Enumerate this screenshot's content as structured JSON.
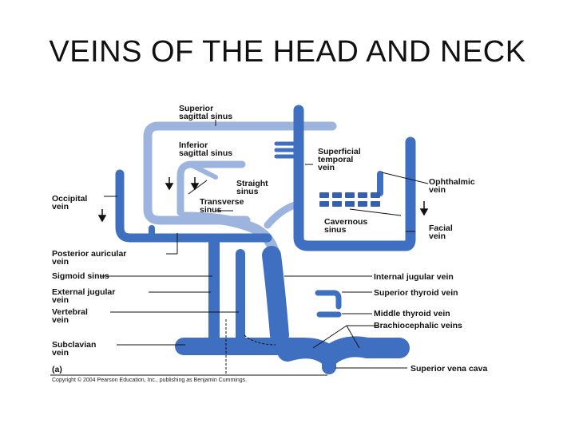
{
  "slide": {
    "title": "VEINS OF THE HEAD AND NECK"
  },
  "figure": {
    "panel_letter": "(a)",
    "credit": "Copyright © 2004 Pearson Education, Inc., publishing as Benjamin Cummings.",
    "colors": {
      "deep_vein": "#3F6FC0",
      "superficial_vein": "#9DB5DE",
      "sinus_dark": "#3560AE"
    },
    "labels": {
      "superior_sagittal": [
        "Superior",
        "sagittal sinus"
      ],
      "inferior_sagittal": [
        "Inferior",
        "sagittal sinus"
      ],
      "straight_sinus": [
        "Straight",
        "sinus"
      ],
      "transverse_sinus": [
        "Transverse",
        "sinus"
      ],
      "occipital_vein": [
        "Occipital",
        "vein"
      ],
      "superficial_temporal": [
        "Superficial",
        "temporal",
        "vein"
      ],
      "ophthalmic_vein": [
        "Ophthalmic",
        "vein"
      ],
      "cavernous_sinus": [
        "Cavernous",
        "sinus"
      ],
      "facial_vein": [
        "Facial",
        "vein"
      ],
      "posterior_auricular": [
        "Posterior auricular",
        "vein"
      ],
      "sigmoid_sinus": [
        "Sigmoid sinus"
      ],
      "external_jugular": [
        "External jugular",
        "vein"
      ],
      "vertebral_vein": [
        "Vertebral",
        "vein"
      ],
      "subclavian_vein": [
        "Subclavian",
        "vein"
      ],
      "internal_jugular": [
        "Internal jugular vein"
      ],
      "superior_thyroid": [
        "Superior thyroid vein"
      ],
      "middle_thyroid": [
        "Middle thyroid vein"
      ],
      "brachiocephalic": [
        "Brachiocephalic veins"
      ],
      "superior_vena_cava": [
        "Superior vena cava"
      ]
    }
  }
}
